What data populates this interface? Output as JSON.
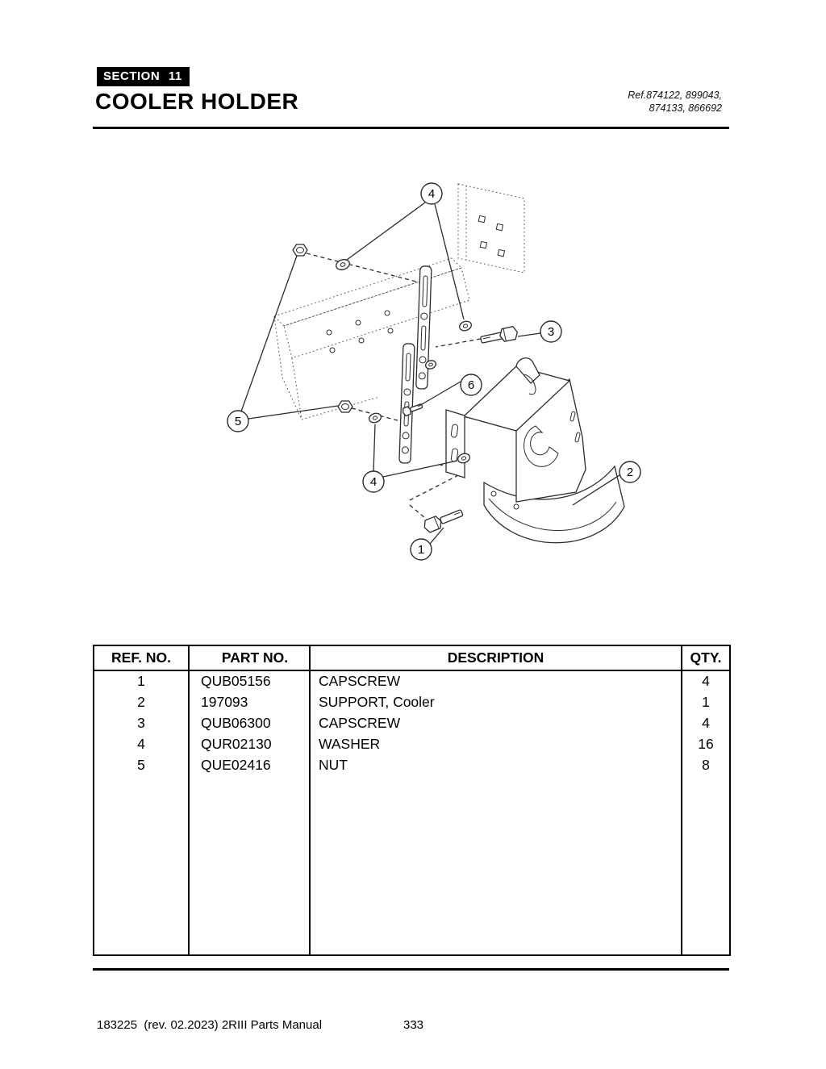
{
  "header": {
    "section_label": "SECTION 11",
    "title": "COOLER HOLDER",
    "ref_line1": "Ref.874122, 899043,",
    "ref_line2": "874133, 866692"
  },
  "diagram": {
    "callouts": [
      {
        "label": "4"
      },
      {
        "label": "3"
      },
      {
        "label": "6"
      },
      {
        "label": "5"
      },
      {
        "label": "4"
      },
      {
        "label": "2"
      },
      {
        "label": "1"
      }
    ]
  },
  "parts_table": {
    "headers": [
      "REF. NO.",
      "PART NO.",
      "DESCRIPTION",
      "QTY."
    ],
    "rows": [
      {
        "ref_no": "1",
        "part_no": "QUB05156",
        "description": "CAPSCREW",
        "qty": "4"
      },
      {
        "ref_no": "2",
        "part_no": "197093",
        "description": "SUPPORT, Cooler",
        "qty": "1"
      },
      {
        "ref_no": "3",
        "part_no": "QUB06300",
        "description": "CAPSCREW",
        "qty": "4"
      },
      {
        "ref_no": "4",
        "part_no": "QUR02130",
        "description": "WASHER",
        "qty": "16"
      },
      {
        "ref_no": "5",
        "part_no": "QUE02416",
        "description": "NUT",
        "qty": "8"
      }
    ]
  },
  "footer": {
    "left_text": "183225  (rev. 02.2023) 2RIII Parts Manual",
    "page_number": "333"
  }
}
